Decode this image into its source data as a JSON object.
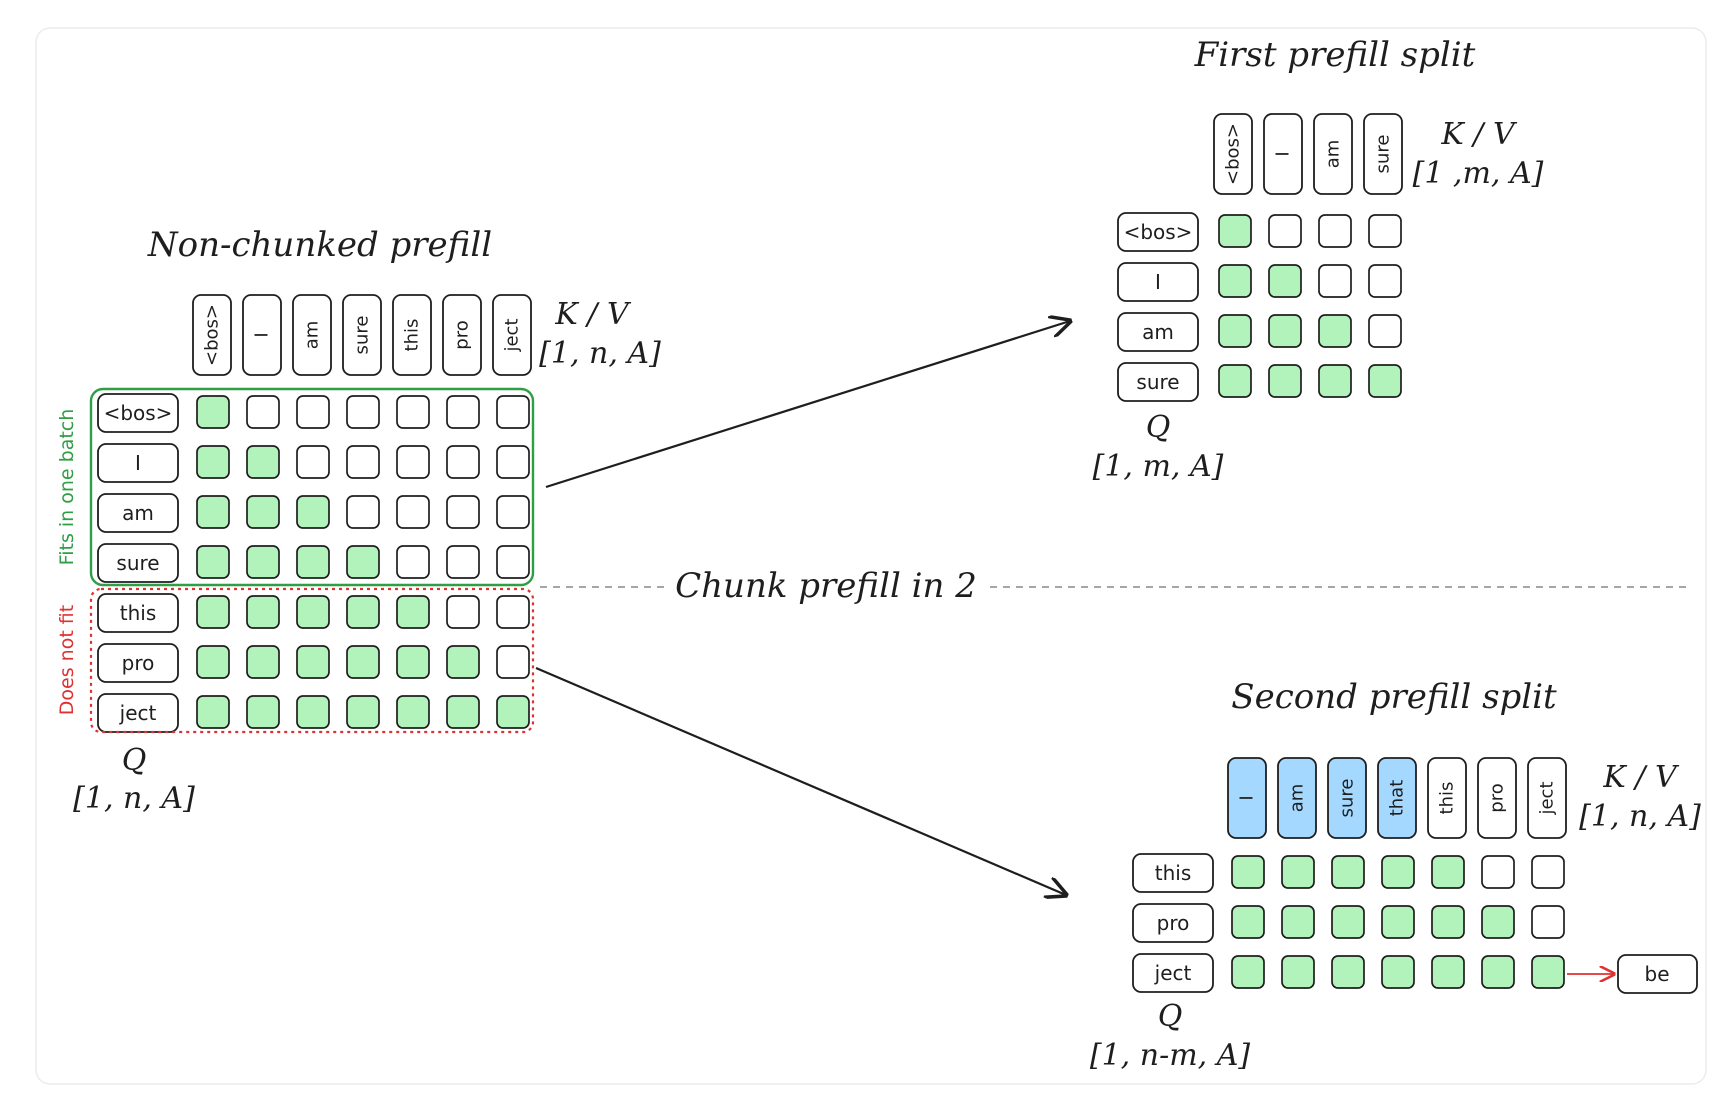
{
  "colors": {
    "stroke": "#1e1e1e",
    "active_cell": "#b2f2bb",
    "cached_token": "#a5d8ff",
    "fits_group": "#2f9e44",
    "no_fit_group": "#e03131",
    "next_token_arrow": "#e03131",
    "divider": "#999999"
  },
  "left": {
    "title": "Non-chunked prefill",
    "kv_label": "K / V",
    "kv_shape": "[1, n, A]",
    "q_label": "Q",
    "q_shape": "[1, n, A]",
    "keys": [
      "<bos>",
      "I",
      "am",
      "sure",
      "this",
      "pro",
      "ject"
    ],
    "queries": [
      "<bos>",
      "I",
      "am",
      "sure",
      "this",
      "pro",
      "ject"
    ],
    "fits_label": "Fits in one batch",
    "no_fit_label": "Does not fit"
  },
  "first_split": {
    "title": "First prefill split",
    "kv_label": "K / V",
    "kv_shape": "[1 ,m, A]",
    "q_label": "Q",
    "q_shape": "[1, m, A]",
    "keys": [
      "<bos>",
      "I",
      "am",
      "sure"
    ],
    "queries": [
      "<bos>",
      "I",
      "am",
      "sure"
    ]
  },
  "second_split": {
    "title": "Second prefill split",
    "kv_label": "K / V",
    "kv_shape": "[1, n, A]",
    "q_label": "Q",
    "q_shape": "[1, n-m, A]",
    "keys": [
      "I",
      "am",
      "sure",
      "that",
      "this",
      "pro",
      "ject"
    ],
    "cached_key_count": 4,
    "queries": [
      "this",
      "pro",
      "ject"
    ],
    "active_per_row": [
      5,
      6,
      7
    ],
    "next_token": "be"
  },
  "divider_label": "Chunk prefill in 2"
}
